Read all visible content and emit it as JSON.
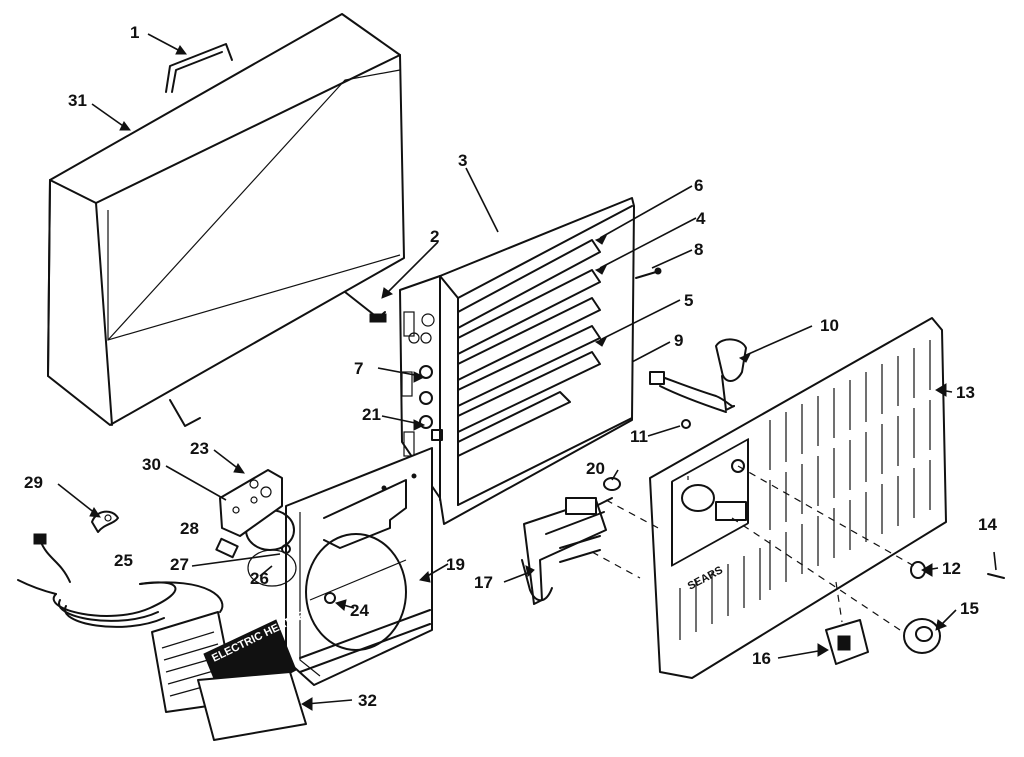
{
  "diagram": {
    "callouts": [
      {
        "id": "1",
        "label": "1"
      },
      {
        "id": "2",
        "label": "2"
      },
      {
        "id": "3",
        "label": "3"
      },
      {
        "id": "4",
        "label": "4"
      },
      {
        "id": "5",
        "label": "5"
      },
      {
        "id": "6",
        "label": "6"
      },
      {
        "id": "7",
        "label": "7"
      },
      {
        "id": "8",
        "label": "8"
      },
      {
        "id": "9",
        "label": "9"
      },
      {
        "id": "10",
        "label": "10"
      },
      {
        "id": "11",
        "label": "11"
      },
      {
        "id": "12",
        "label": "12"
      },
      {
        "id": "13",
        "label": "13"
      },
      {
        "id": "14",
        "label": "14"
      },
      {
        "id": "15",
        "label": "15"
      },
      {
        "id": "16",
        "label": "16"
      },
      {
        "id": "17",
        "label": "17"
      },
      {
        "id": "19",
        "label": "19"
      },
      {
        "id": "20",
        "label": "20"
      },
      {
        "id": "21",
        "label": "21"
      },
      {
        "id": "23",
        "label": "23"
      },
      {
        "id": "24",
        "label": "24"
      },
      {
        "id": "25",
        "label": "25"
      },
      {
        "id": "26",
        "label": "26"
      },
      {
        "id": "27",
        "label": "27"
      },
      {
        "id": "28",
        "label": "28"
      },
      {
        "id": "29",
        "label": "29"
      },
      {
        "id": "30",
        "label": "30"
      },
      {
        "id": "31",
        "label": "31"
      },
      {
        "id": "32",
        "label": "32"
      }
    ],
    "grille_brand": "SEARS",
    "manual_cover_text": "ELECTRIC HEATER"
  }
}
